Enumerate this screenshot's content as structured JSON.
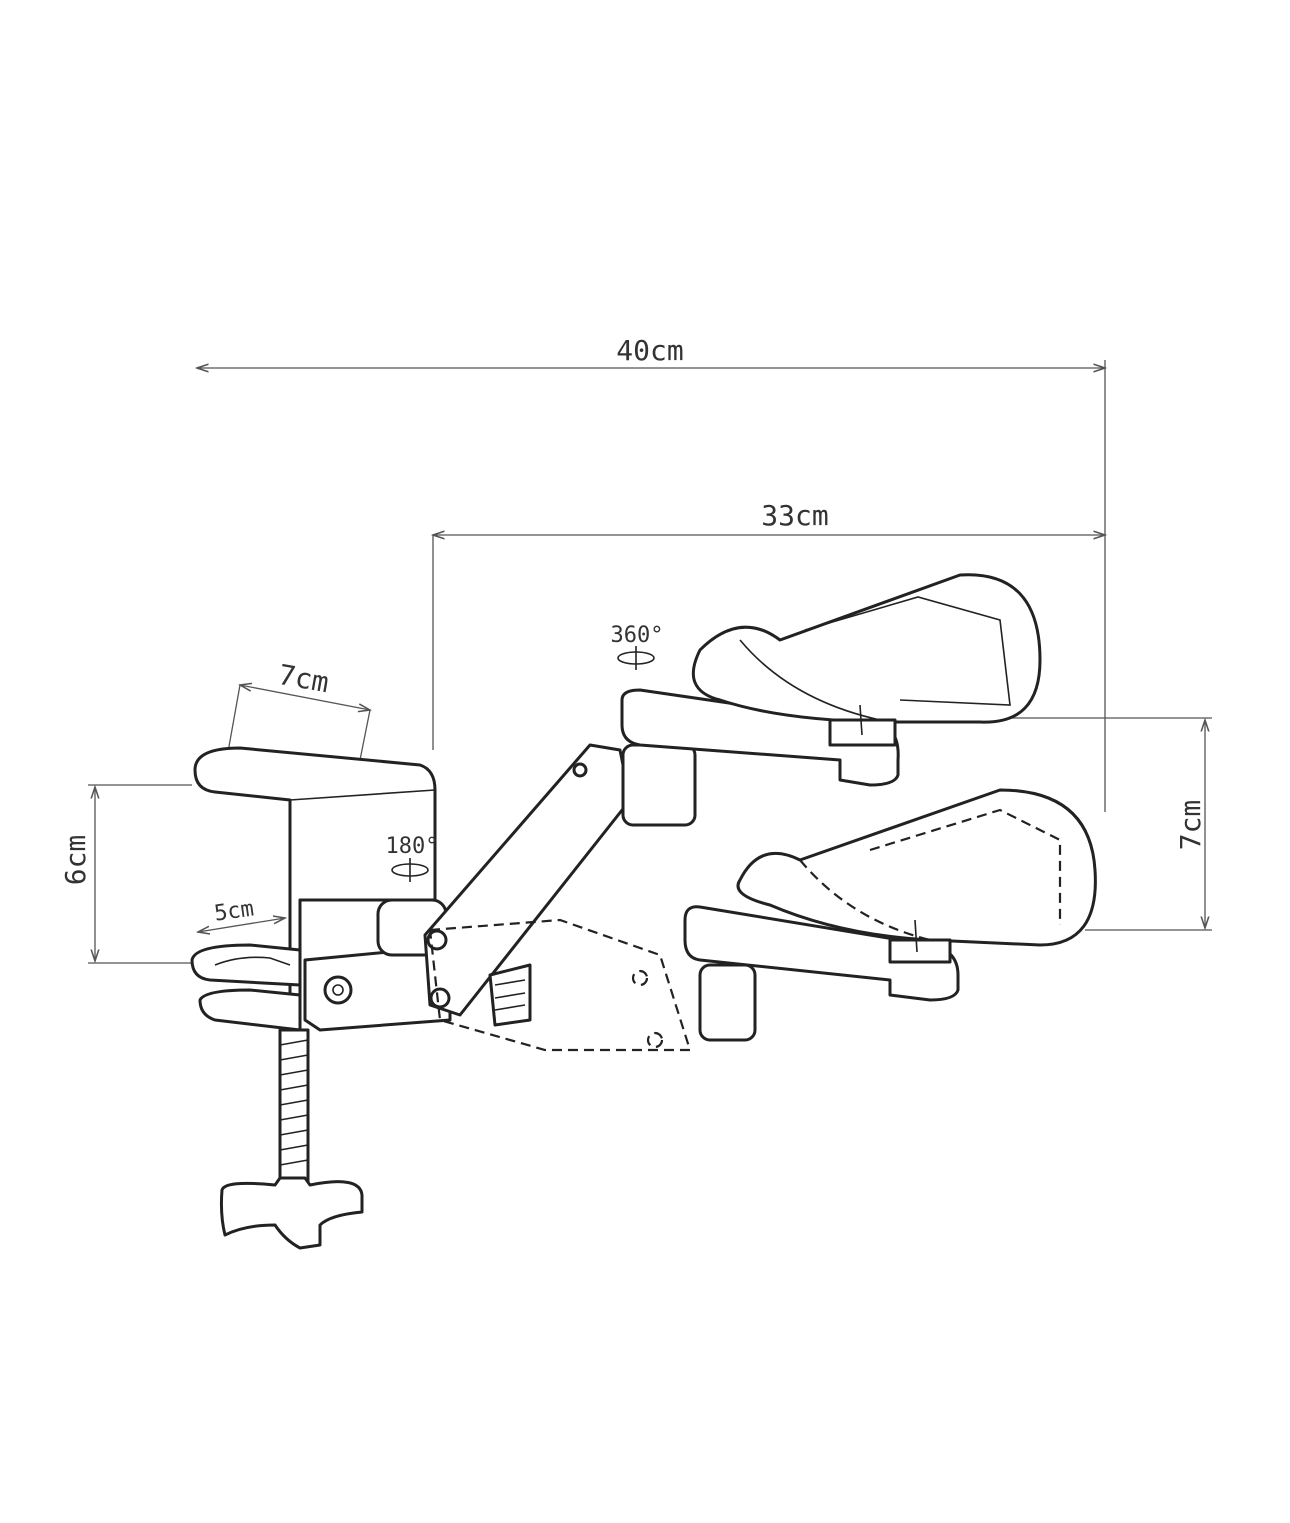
{
  "dimensions": {
    "overall_length": "40cm",
    "arm_length": "33cm",
    "clamp_depth": "7cm",
    "clamp_height": "6cm",
    "clamp_throat": "5cm",
    "pad_height_adjust": "7cm"
  },
  "rotations": {
    "arm_pivot": "180°",
    "pad_pivot": "360°"
  },
  "colors": {
    "line": "#222222",
    "dimension": "#555555",
    "background": "#ffffff"
  }
}
